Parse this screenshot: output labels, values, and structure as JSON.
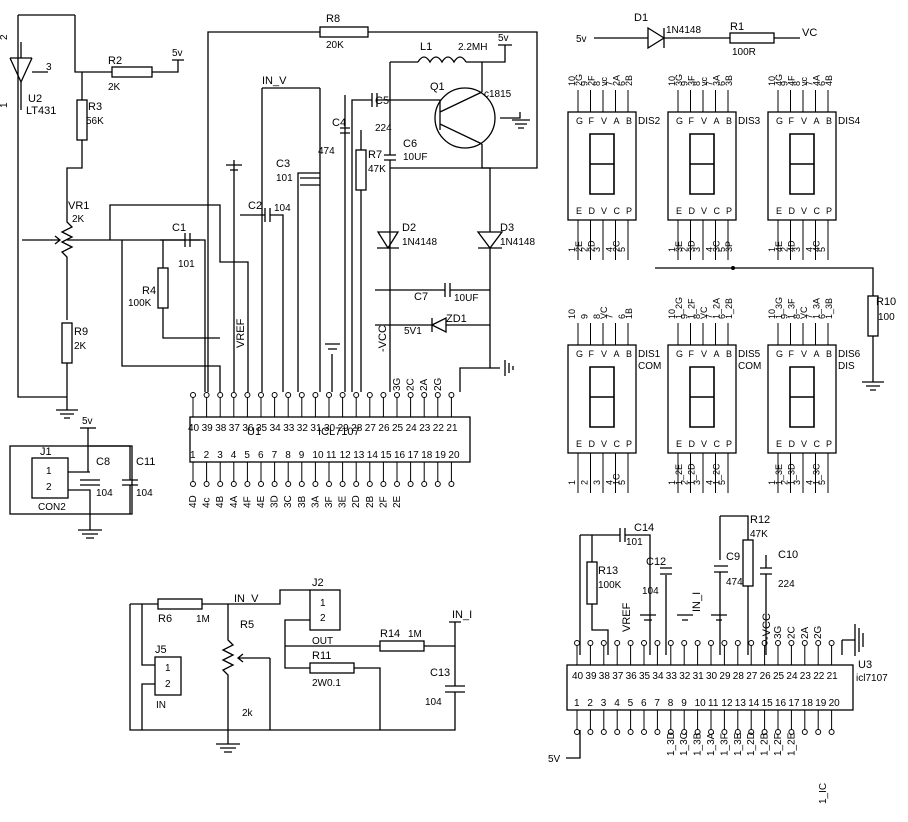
{
  "u1": {
    "ref": "U1",
    "part": "ICL7107",
    "top_pins": [
      "40",
      "39",
      "38",
      "37",
      "36",
      "35",
      "34",
      "33",
      "32",
      "31",
      "30",
      "29",
      "28",
      "27",
      "26",
      "25",
      "24",
      "23",
      "22",
      "21"
    ],
    "bottom_pins": [
      "1",
      "2",
      "3",
      "4",
      "5",
      "6",
      "7",
      "8",
      "9",
      "10",
      "11",
      "12",
      "13",
      "14",
      "15",
      "16",
      "17",
      "18",
      "19",
      "20"
    ],
    "bottom_labels": [
      "4D",
      "4c",
      "4B",
      "4A",
      "4F",
      "4E",
      "3D",
      "3C",
      "3B",
      "3A",
      "3F",
      "3E",
      "2D",
      "2B",
      "2F",
      "2E"
    ],
    "top_labels": [
      "3G",
      "2C",
      "2A",
      "2G"
    ]
  },
  "u3": {
    "ref": "U3",
    "part": "icl7107",
    "top_pins": [
      "40",
      "39",
      "38",
      "37",
      "36",
      "35",
      "34",
      "33",
      "32",
      "31",
      "30",
      "29",
      "28",
      "27",
      "26",
      "25",
      "24",
      "23",
      "22",
      "21"
    ],
    "bottom_pins": [
      "1",
      "2",
      "3",
      "4",
      "5",
      "6",
      "7",
      "8",
      "9",
      "10",
      "11",
      "12",
      "13",
      "14",
      "15",
      "16",
      "17",
      "18",
      "19",
      "20"
    ],
    "top_labels": [
      "3G",
      "2C",
      "2A",
      "2G"
    ],
    "bottom_labels": [
      "1_3D",
      "1_3C",
      "1_3B",
      "1_3A",
      "1_3F",
      "1_3E",
      "1_2D",
      "1_2B",
      "1_2F",
      "1_2E"
    ],
    "left_label": "1_IC"
  },
  "refs": {
    "u2": "U2",
    "u2_part": "LT431",
    "u2_p1": "1",
    "u2_p2": "2",
    "u2_p3": "3",
    "r2": "R2",
    "r2v": "2K",
    "r3": "R3",
    "r3v": "56K",
    "vr1": "VR1",
    "vr1v": "2K",
    "r9": "R9",
    "r9v": "2K",
    "c1": "C1",
    "c1v": "101",
    "r4": "R4",
    "r4v": "100K",
    "r8": "R8",
    "r8v": "20K",
    "l1": "L1",
    "l1v": "2.2MH",
    "q1": "Q1",
    "q1v": "c1815",
    "c5": "C5",
    "c5v": "224",
    "c4": "C4",
    "c4v": "474",
    "c6": "C6",
    "c6v": "10UF",
    "r7": "R7",
    "r7v": "47K",
    "c3": "C3",
    "c3v": "101",
    "c2": "C2",
    "c2v": "104",
    "d2": "D2",
    "d2v": "1N4148",
    "d3": "D3",
    "d3v": "1N4148",
    "c7": "C7",
    "c7v": "10UF",
    "zd1": "ZD1",
    "zd1v": "5V1",
    "j1": "J1",
    "j1t": "CON2",
    "c8": "C8",
    "c8v": "104",
    "c11": "C11",
    "c11v": "104",
    "d1": "D1",
    "d1v": "1N4148",
    "r1": "R1",
    "r1v": "100R",
    "r10": "R10",
    "r10v": "100",
    "r6": "R6",
    "r6v": "1M",
    "r5": "R5",
    "r5v": "2k",
    "j2": "J2",
    "j2t": "OUT",
    "j5": "J5",
    "j5t": "IN",
    "r11": "R11",
    "r11v": "2W0.1",
    "r14": "R14",
    "r14v": "1M",
    "c13": "C13",
    "c13v": "104",
    "c14": "C14",
    "c14v": "101",
    "r13": "R13",
    "r13v": "100K",
    "c12": "C12",
    "c12v": "104",
    "c9": "C9",
    "c9v": "474",
    "r12": "R12",
    "r12v": "47K",
    "c10": "C10",
    "c10v": "224",
    "one": "1",
    "two": "2"
  },
  "nets": {
    "v5": "5v",
    "v5b": "5v",
    "v5c": "5v",
    "v5d": "5v",
    "V5": "5V",
    "VC": "VC",
    "in_v": "IN_V",
    "in_v2": "IN_V",
    "in_i": "IN_I",
    "in_i2": "IN_I",
    "vref": "VREF",
    "vref2": "VREF",
    "nvcc": "-VCC",
    "nvcc2": "-VCC"
  },
  "displays": [
    {
      "ref": "DIS2",
      "top": [
        "10",
        "9",
        "8",
        "7",
        "6"
      ],
      "topnet": [
        "2G",
        "2F",
        "vc",
        "2A",
        "2B"
      ],
      "bot": [
        "1",
        "2",
        "3",
        "4",
        "5"
      ],
      "botnet": [
        "2E",
        "2D",
        "",
        "2C",
        ""
      ]
    },
    {
      "ref": "DIS3",
      "top": [
        "10",
        "9",
        "8",
        "7",
        "6"
      ],
      "topnet": [
        "3G",
        "3F",
        "vc",
        "3A",
        "3B"
      ],
      "bot": [
        "1",
        "2",
        "3",
        "4",
        "5"
      ],
      "botnet": [
        "3E",
        "3D",
        "",
        "3C",
        "3P"
      ]
    },
    {
      "ref": "DIS4",
      "top": [
        "10",
        "9",
        "8",
        "7",
        "6"
      ],
      "topnet": [
        "4G",
        "4F",
        "vc",
        "4A",
        "4B"
      ],
      "bot": [
        "1",
        "2",
        "3",
        "4",
        "5"
      ],
      "botnet": [
        "4E",
        "4D",
        "",
        "4C",
        ""
      ]
    },
    {
      "ref": "DIS1",
      "sub": "COM",
      "top": [
        "10",
        "9",
        "8",
        "7",
        "6"
      ],
      "topnet": [
        "",
        "",
        "VC",
        "",
        "1B"
      ],
      "bot": [
        "1",
        "2",
        "3",
        "4",
        "5"
      ],
      "botnet": [
        "",
        "",
        "",
        "1C",
        ""
      ]
    },
    {
      "ref": "DIS5",
      "sub": "COM",
      "top": [
        "10",
        "9",
        "8",
        "7",
        "6"
      ],
      "topnet": [
        "1_2G",
        "1_2F",
        "VC",
        "1_2A",
        "1_2B"
      ],
      "bot": [
        "1",
        "2",
        "3",
        "4",
        "5"
      ],
      "botnet": [
        "1_2E",
        "1_2D",
        "",
        "1_2C",
        ""
      ]
    },
    {
      "ref": "DIS6",
      "sub": "DIS",
      "top": [
        "10",
        "9",
        "8",
        "7",
        "6"
      ],
      "topnet": [
        "1_3G",
        "1_3F",
        "VC",
        "1_3A",
        "1_3B"
      ],
      "bot": [
        "1",
        "2",
        "3",
        "4",
        "5"
      ],
      "botnet": [
        "1_3E",
        "1_3D",
        "",
        "1_3C",
        ""
      ]
    }
  ],
  "seg_letters": {
    "top": [
      "G",
      "F",
      "V",
      "A",
      "B"
    ],
    "bot": [
      "E",
      "D",
      "V",
      "C",
      "P"
    ]
  }
}
